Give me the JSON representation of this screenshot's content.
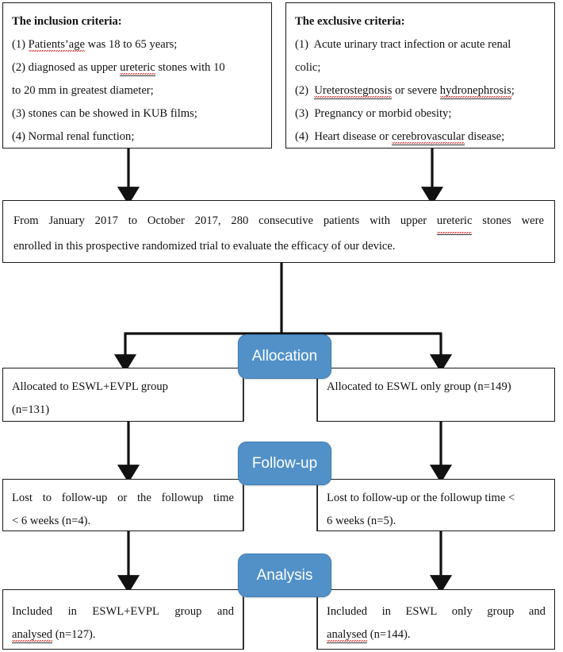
{
  "diagram": {
    "type": "consort-flowchart",
    "accent_color": "#5291c8",
    "line_color": "#1a1a1a",
    "inclusion": {
      "title": "The inclusion criteria:",
      "lines": [
        "(1) Patients’age was 18 to 65 years;",
        "(2) diagnosed as upper ureteric stones with 10",
        "to 20 mm in greatest diameter;",
        "(3) stones can be showed in KUB films;",
        "(4) Normal renal function;"
      ]
    },
    "exclusive": {
      "title": "The exclusive criteria:",
      "lines": [
        "(1)  Acute urinary tract infection or acute renal",
        "colic;",
        "(2)  Ureterostegnosis or severe hydronephrosis;",
        "(3)  Pregnancy or morbid obesity;",
        "(4)  Heart disease or cerebrovascular disease;"
      ]
    },
    "enrollment": {
      "line1": "From January 2017 to October 2017, 280 consecutive patients with upper ureteric stones were",
      "line2": "enrolled in this prospective randomized trial to evaluate the efficacy of our device."
    },
    "stages": [
      {
        "label": "Allocation"
      },
      {
        "label": "Follow-up"
      },
      {
        "label": "Analysis"
      }
    ],
    "allocation": {
      "left": {
        "line1": "Allocated to ESWL+EVPL group",
        "line2": "(n=131)"
      },
      "right": {
        "line1": "Allocated to ESWL only group (n=149)",
        "line2": ""
      }
    },
    "followup": {
      "left": {
        "line1": "Lost to follow-up or the followup time",
        "line2": "< 6 weeks (n=4)."
      },
      "right": {
        "line1": "Lost to follow-up or the followup time <",
        "line2": "6 weeks (n=5)."
      }
    },
    "analysis": {
      "left": {
        "line1": "Included in ESWL+EVPL group and",
        "line2": "analysed (n=127)."
      },
      "right": {
        "line1": "Included in ESWL only group and",
        "line2": "analysed (n=144)."
      }
    }
  }
}
